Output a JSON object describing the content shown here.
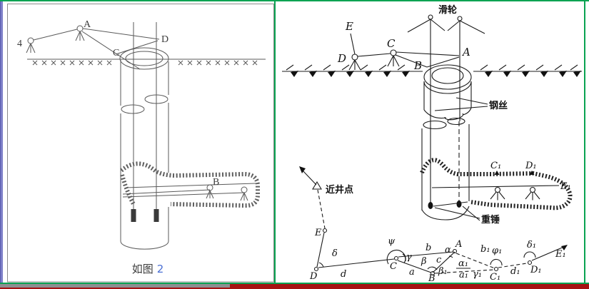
{
  "left_panel": {
    "caption": {
      "text": "如图",
      "number": "2"
    },
    "points": {
      "p4": "4",
      "A": "A",
      "D": "D",
      "C": "C",
      "B": "B"
    }
  },
  "right_panel": {
    "callouts": {
      "pulley": "滑轮",
      "steel_wire": "钢丝",
      "near_shaft_point": "近井点",
      "plumb_weight": "重锤"
    },
    "surface": {
      "E": "E",
      "D": "D",
      "C": "C",
      "A": "A",
      "B": "B"
    },
    "tunnel": {
      "C1": "C₁",
      "D1": "D₁",
      "E1": "E₁"
    },
    "schematic": {
      "points": {
        "E": "E",
        "D": "D",
        "C": "C",
        "B": "B",
        "A": "A",
        "C1": "C₁",
        "D1": "D₁",
        "E1": "E₁"
      },
      "angles": {
        "delta": "δ",
        "psi": "ψ",
        "gamma": "γ",
        "beta": "β",
        "alpha": "α",
        "alpha1": "α₁",
        "beta1": "β₁",
        "gamma1": "γ₁",
        "phi1": "φ₁",
        "delta1": "δ₁"
      },
      "sides": {
        "d": "d",
        "a": "a",
        "b": "b",
        "c": "c",
        "a1": "a₁",
        "b1": "b₁",
        "d1": "d₁"
      }
    }
  },
  "colors": {
    "border_green": "#0aa352",
    "left_strip_purple": "#7e80c8",
    "bottom_bar_red": "#a61212",
    "bottom_bar_gray": "#8e8f91",
    "caption_number_blue": "#4a6fd4"
  }
}
